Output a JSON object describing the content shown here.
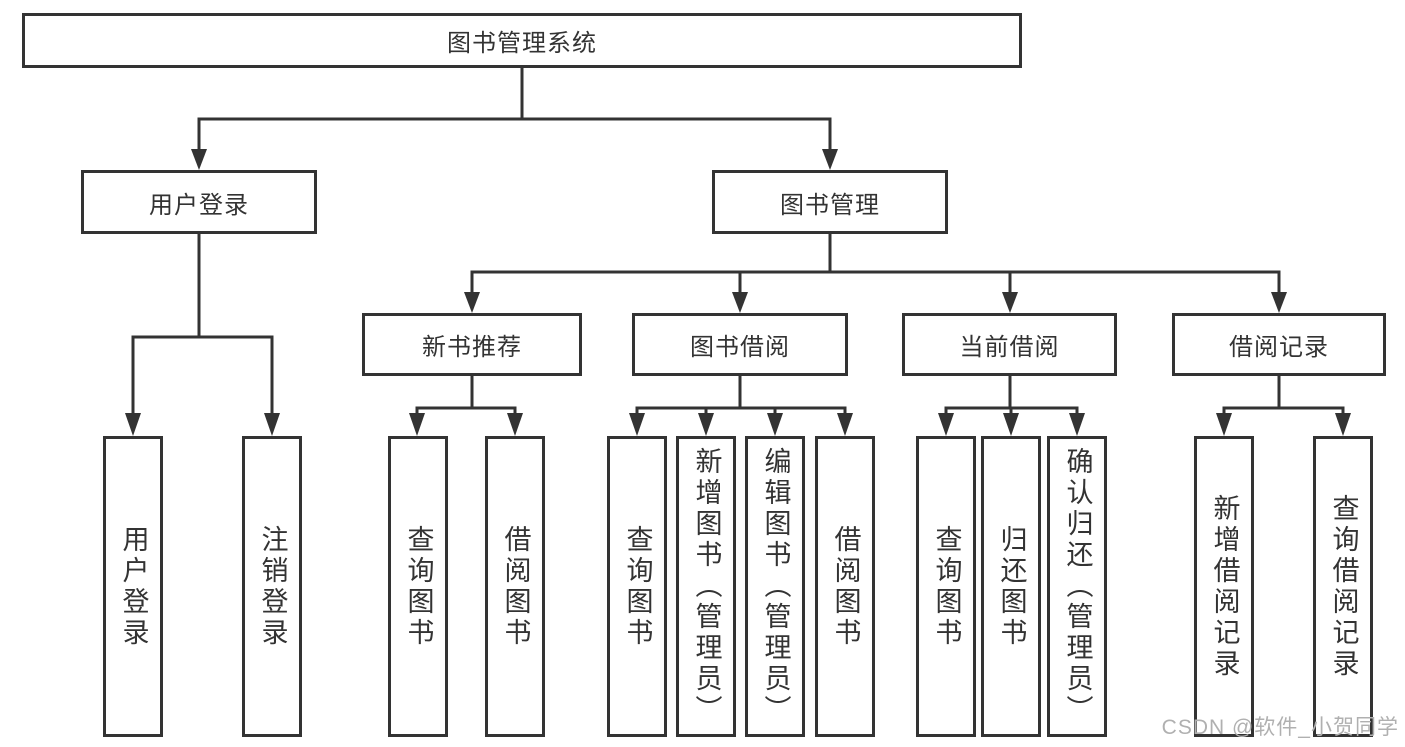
{
  "tree": {
    "label": "图书管理系统",
    "children": [
      {
        "label": "用户登录",
        "children": [
          {
            "label": "用户登录"
          },
          {
            "label": "注销登录"
          }
        ]
      },
      {
        "label": "图书管理",
        "children": [
          {
            "label": "新书推荐",
            "children": [
              {
                "label": "查询图书"
              },
              {
                "label": "借阅图书"
              }
            ]
          },
          {
            "label": "图书借阅",
            "children": [
              {
                "label": "查询图书"
              },
              {
                "label": "新增图书（管理员）"
              },
              {
                "label": "编辑图书（管理员）"
              },
              {
                "label": "借阅图书"
              }
            ]
          },
          {
            "label": "当前借阅",
            "children": [
              {
                "label": "查询图书"
              },
              {
                "label": "归还图书"
              },
              {
                "label": "确认归还（管理员）"
              }
            ]
          },
          {
            "label": "借阅记录",
            "children": [
              {
                "label": "新增借阅记录"
              },
              {
                "label": "查询借阅记录"
              }
            ]
          }
        ]
      }
    ]
  },
  "watermark": "CSDN @软件_小贺同学",
  "colors": {
    "line": "#333333",
    "text": "#333333",
    "watermark": "#b0b0b0",
    "background": "#ffffff"
  }
}
